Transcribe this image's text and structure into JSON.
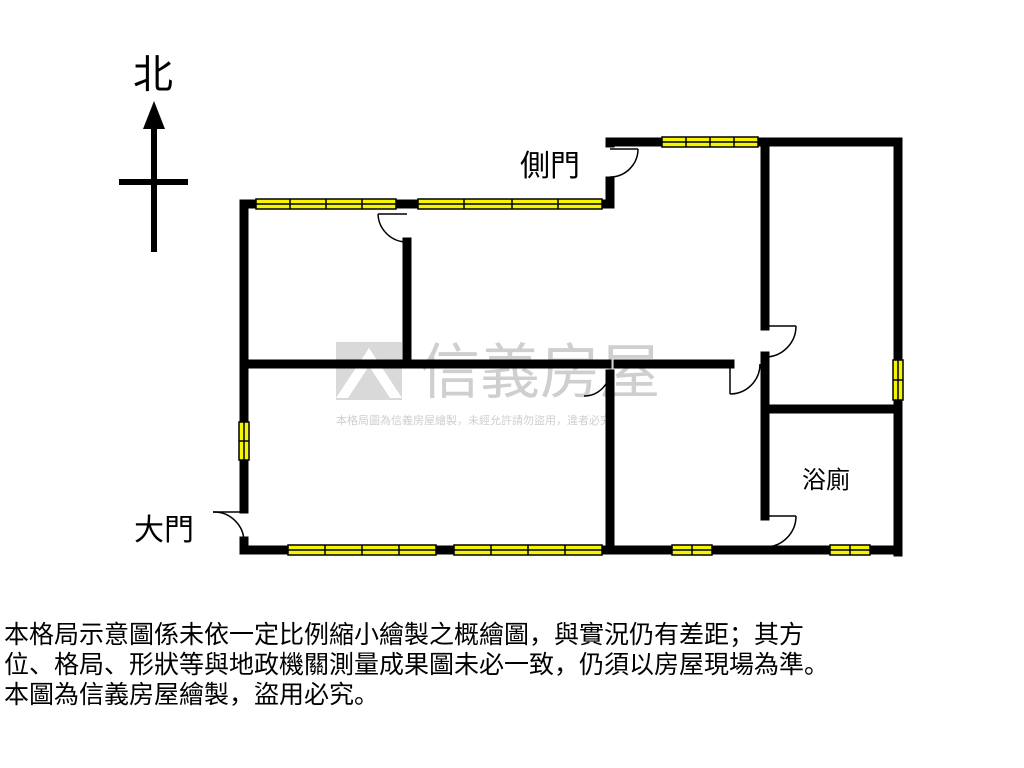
{
  "compass": {
    "north_label": "北"
  },
  "rooms": {
    "side_door": "側門",
    "main_door": "大門",
    "bathroom": "浴廁"
  },
  "watermark": {
    "brand": "信義房屋",
    "notice": "本格局圖為信義房屋繪製，未經允許請勿盜用，違者必究"
  },
  "disclaimer": {
    "line1": "本格局示意圖係未依一定比例縮小繪製之概繪圖，與實況仍有差距；其方",
    "line2": "位、格局、形狀等與地政機關測量成果圖未必一致，仍須以房屋現場為準。",
    "line3": "本圖為信義房屋繪製，盜用必究。"
  },
  "colors": {
    "wall": "#000000",
    "window": "#f5f500",
    "watermark": "#cfcfcf"
  }
}
